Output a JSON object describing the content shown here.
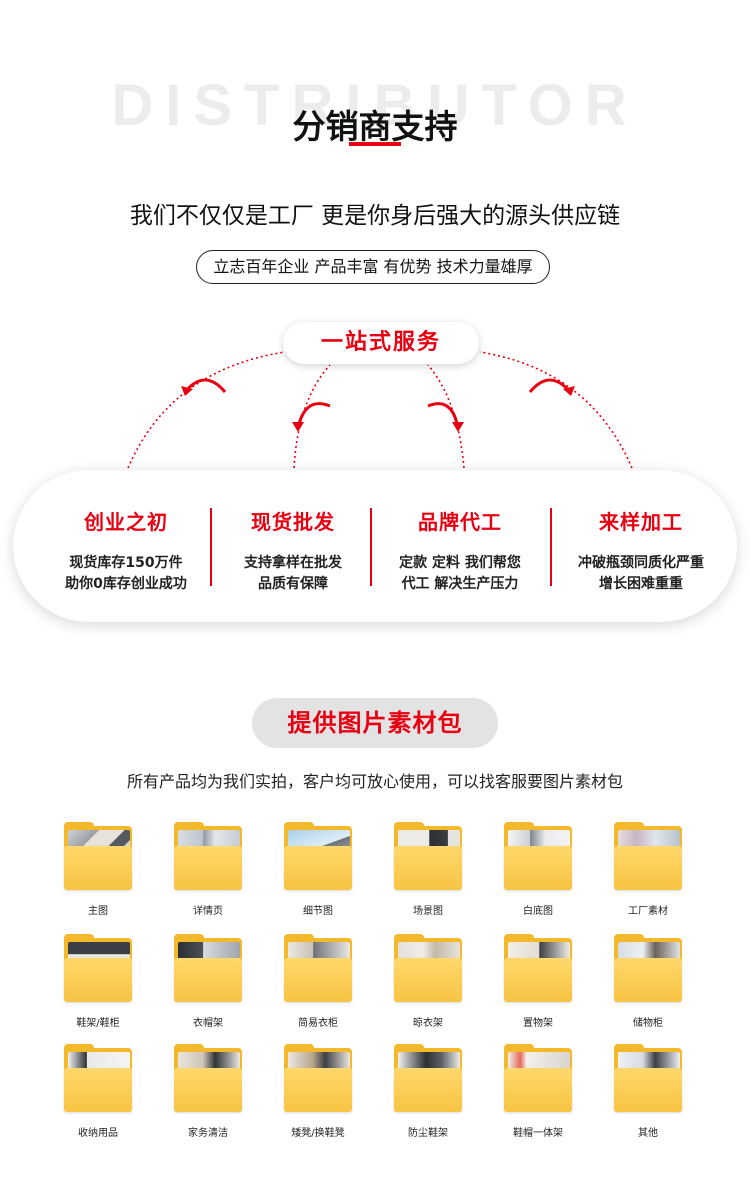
{
  "header": {
    "bg_word": "DISTRIBUTOR",
    "title": "分销商支持",
    "subtitle": "我们不仅仅是工厂 更是你身后强大的源头供应链",
    "pill": "立志百年企业 产品丰富 有优势 技术力量雄厚"
  },
  "one_stop": {
    "title": "一站式服务",
    "items": [
      {
        "title": "创业之初",
        "line1": "现货库存150万件",
        "line2": "助你0库存创业成功"
      },
      {
        "title": "现货批发",
        "line1": "支持拿样在批发",
        "line2": "品质有保障"
      },
      {
        "title": "品牌代工",
        "line1": "定款 定料 我们帮您",
        "line2": "代工 解决生产压力"
      },
      {
        "title": "来样加工",
        "line1": "冲破瓶颈同质化严重",
        "line2": "增长困难重重"
      }
    ]
  },
  "materials": {
    "title": "提供图片素材包",
    "subtitle": "所有产品均为我们实拍，客户均可放心使用，可以找客服要图片素材包",
    "folders": [
      {
        "label": "主图"
      },
      {
        "label": "详情页"
      },
      {
        "label": "细节图"
      },
      {
        "label": "场景图"
      },
      {
        "label": "白底图"
      },
      {
        "label": "工厂素材"
      },
      {
        "label": "鞋架/鞋柜"
      },
      {
        "label": "衣帽架"
      },
      {
        "label": "简易衣柜"
      },
      {
        "label": "晾衣架"
      },
      {
        "label": "置物架"
      },
      {
        "label": "储物柜"
      },
      {
        "label": "收纳用品"
      },
      {
        "label": "家务清洁"
      },
      {
        "label": "矮凳/换鞋凳"
      },
      {
        "label": "防尘鞋架"
      },
      {
        "label": "鞋帽一体架"
      },
      {
        "label": "其他"
      }
    ]
  },
  "colors": {
    "accent": "#e60012",
    "folder": "#f4b92a"
  }
}
